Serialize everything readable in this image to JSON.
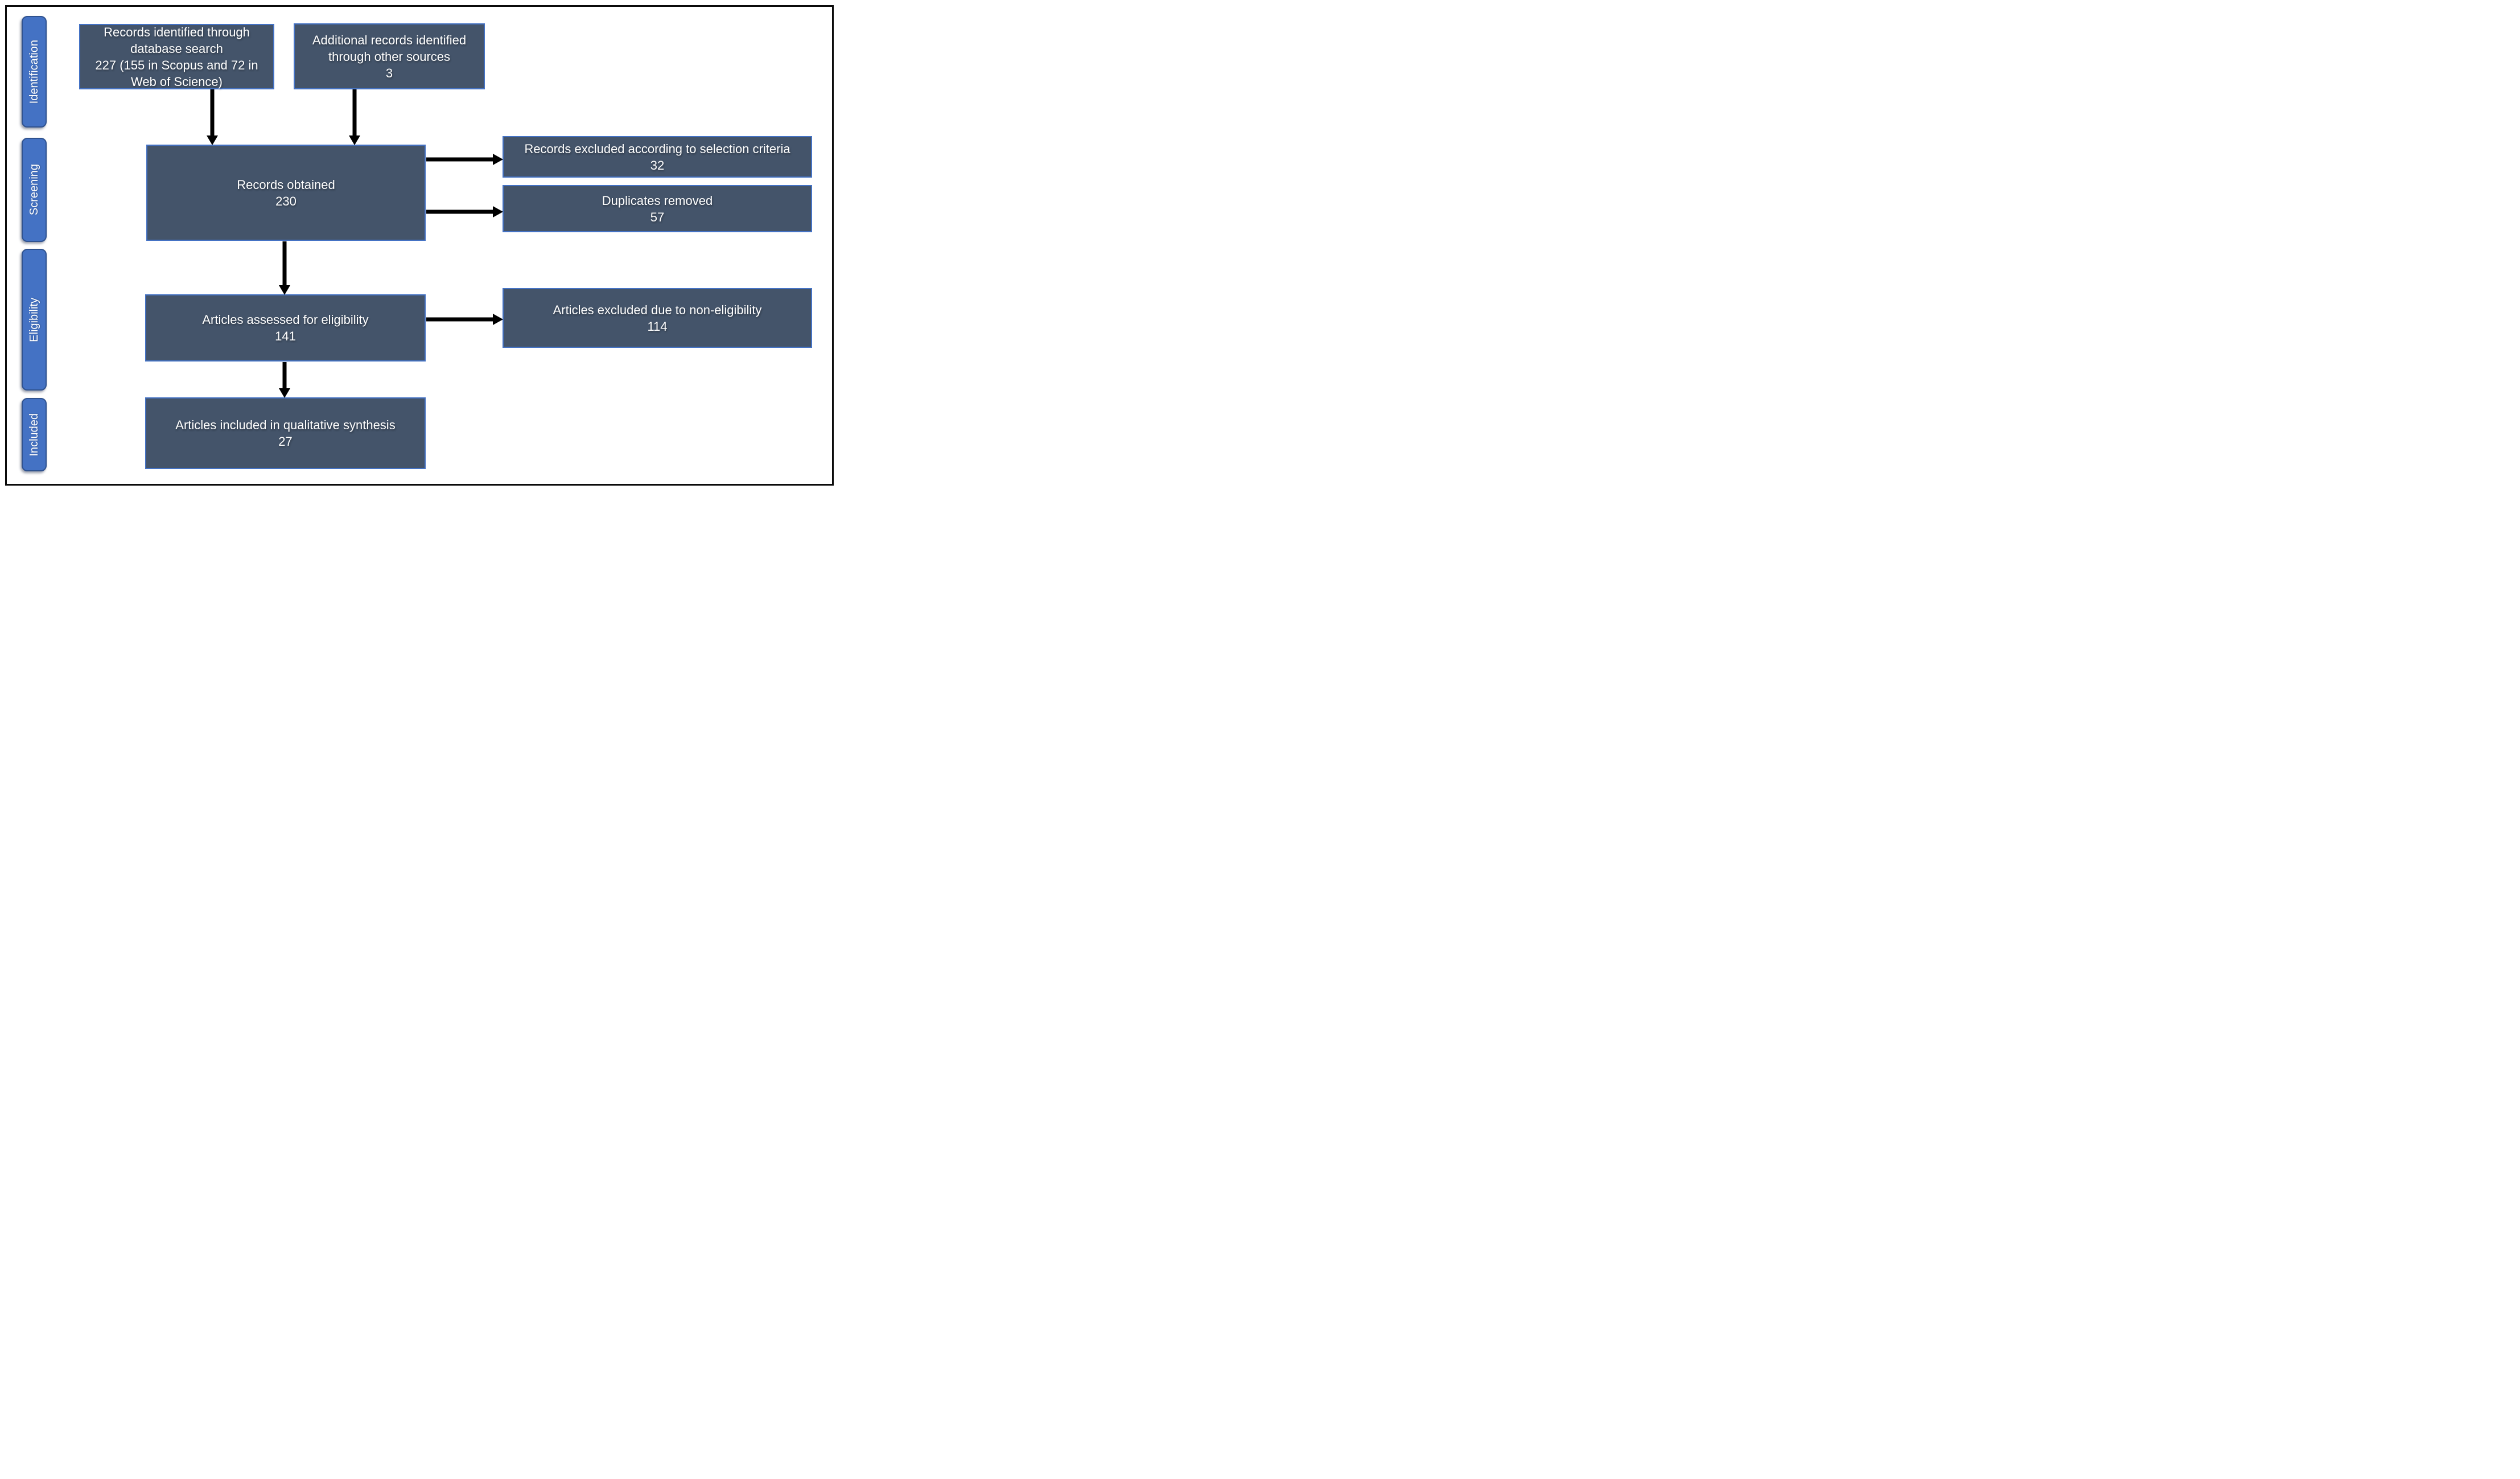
{
  "sidebar": {
    "items": [
      {
        "label": "Identification"
      },
      {
        "label": "Screening"
      },
      {
        "label": "Eligibility"
      },
      {
        "label": "Included"
      }
    ]
  },
  "boxes": {
    "identified": {
      "label": "Records identified through database search",
      "count": "227 (155 in Scopus and 72 in Web of Science)"
    },
    "additional": {
      "label": "Additional records identified through other sources",
      "count": "3"
    },
    "obtained": {
      "label": "Records obtained",
      "count": "230"
    },
    "excluded_selection": {
      "label": "Records excluded according to selection criteria",
      "count": "32"
    },
    "duplicates": {
      "label": "Duplicates removed",
      "count": "57"
    },
    "assessed": {
      "label": "Articles assessed for eligibility",
      "count": "141"
    },
    "excluded_eligibility": {
      "label": "Articles excluded due to non-eligibility",
      "count": "114"
    },
    "included_synthesis": {
      "label": "Articles included in qualitative synthesis",
      "count": "27"
    }
  },
  "colors": {
    "box_fill": "#44546A",
    "box_border": "#4472C4",
    "sidebar_fill": "#4472C4",
    "sidebar_border": "#2F528F",
    "arrow": "#000000",
    "frame": "#0b0b0b",
    "background": "#ffffff"
  }
}
